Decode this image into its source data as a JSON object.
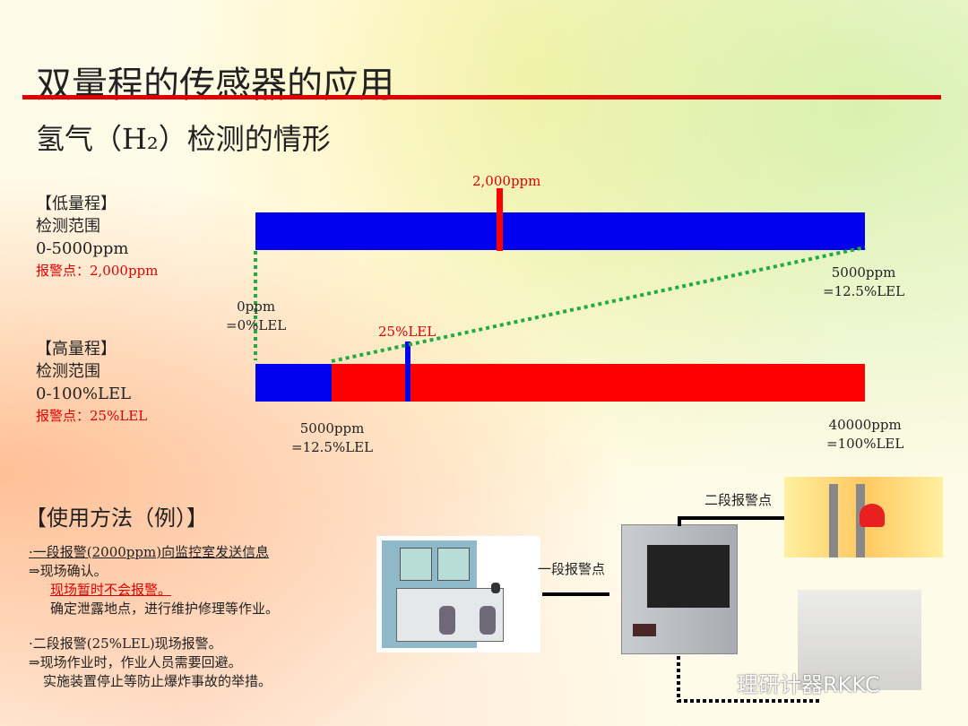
{
  "title": "双量程的传感器的应用",
  "subtitle": "氢气（H₂）检测的情形",
  "low_range": {
    "heading": "【低量程】",
    "line1": "检测范围",
    "line2": "0-5000ppm",
    "alarm": "报警点：2,000ppm",
    "marker_label": "2,000ppm",
    "start_label1": "0ppm",
    "start_label2": "=0%LEL",
    "end_label1": "5000ppm",
    "end_label2": "=12.5%LEL",
    "alarm_fraction": 0.4
  },
  "high_range": {
    "heading": "【高量程】",
    "line1": "检测范围",
    "line2": "0-100%LEL",
    "alarm": "报警点：25%LEL",
    "marker_label": "25%LEL",
    "start_label1": "5000ppm",
    "start_label2": "=12.5%LEL",
    "end_label1": "40000ppm",
    "end_label2": "=100%LEL",
    "low_segment_fraction": 0.125,
    "alarm_fraction": 0.25
  },
  "usage": {
    "heading": "【使用方法（例）】",
    "lines": [
      "·一段报警(2000ppm)向监控室发送信息",
      "⇒现场确认。",
      "现场暂时不会报警。",
      "确定泄露地点，进行维护修理等作业。",
      "·二段报警(25%LEL)现场报警。",
      "⇒现场作业时，作业人员需要回避。",
      "实施装置停止等防止爆炸事故的举措。"
    ]
  },
  "diagram": {
    "stage1": "一段报警点",
    "stage2": "二段报警点"
  },
  "watermark": "理研计器RKKC",
  "colors": {
    "blue": "#0000ee",
    "red": "#ff0000",
    "green": "#22aa44"
  }
}
